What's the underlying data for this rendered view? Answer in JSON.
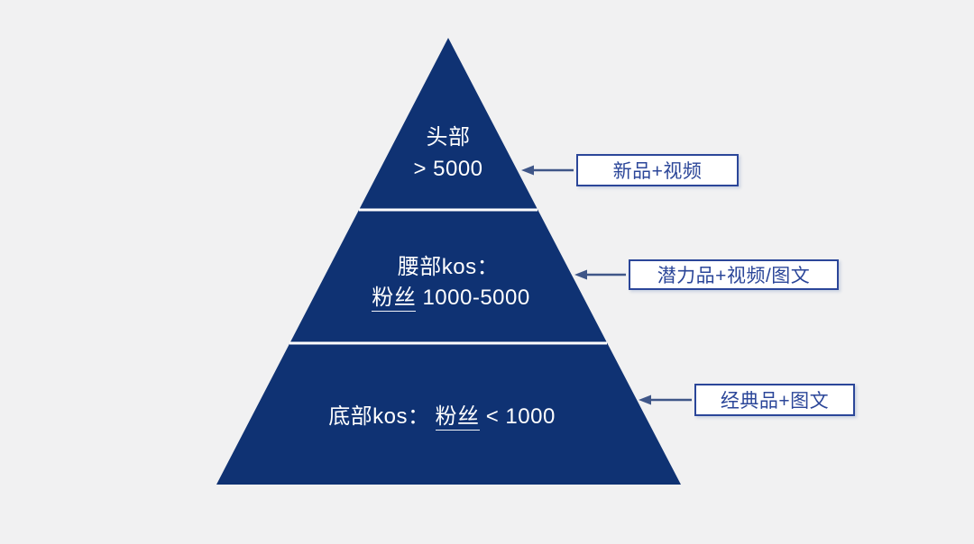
{
  "scene": {
    "background_color": "#f1f1f2"
  },
  "pyramid": {
    "fill_color": "#0f3273",
    "divider_color": "#ffffff",
    "tiers": [
      {
        "name": "top",
        "line1": "头部",
        "line2": "> 5000"
      },
      {
        "name": "middle",
        "line1": "腰部kos：",
        "fans_label": "粉丝",
        "range": "1000-5000"
      },
      {
        "name": "bottom",
        "prefix": "底部kos：",
        "fans_label": "粉丝",
        "range": "< 1000"
      }
    ]
  },
  "annotations": {
    "border_color": "#2b4699",
    "text_color": "#2b4699",
    "arrow_color": "#3f5688",
    "items": [
      {
        "label": "新品+视频"
      },
      {
        "label": "潜力品+视频/图文"
      },
      {
        "label": "经典品+图文"
      }
    ]
  }
}
